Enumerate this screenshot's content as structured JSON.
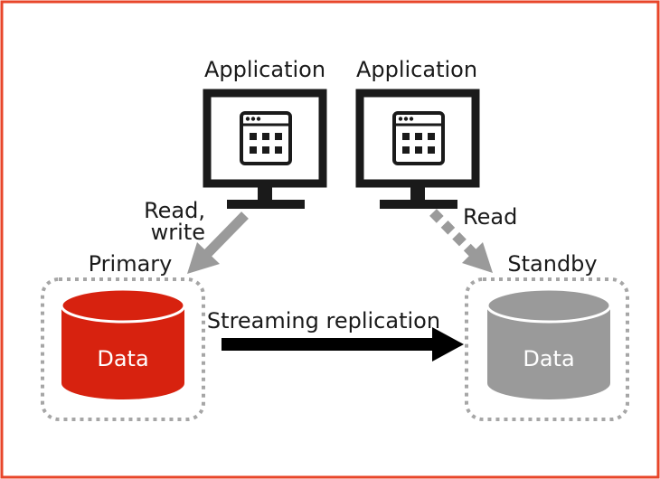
{
  "applications": [
    {
      "label": "Application"
    },
    {
      "label": "Application"
    }
  ],
  "primary": {
    "title": "Primary",
    "data_label": "Data",
    "color": "#d7220f"
  },
  "standby": {
    "title": "Standby",
    "data_label": "Data",
    "color": "#9a9a9a"
  },
  "edges": {
    "read_write": {
      "label_line1": "Read,",
      "label_line2": "write"
    },
    "read": {
      "label": "Read"
    },
    "replication": {
      "label": "Streaming replication"
    }
  },
  "colors": {
    "border": "#e8462a",
    "monitor": "#1a1a1a",
    "arrow_gray": "#9a9a9a",
    "arrow_black": "#000000",
    "dotted": "#a6a6a6"
  }
}
